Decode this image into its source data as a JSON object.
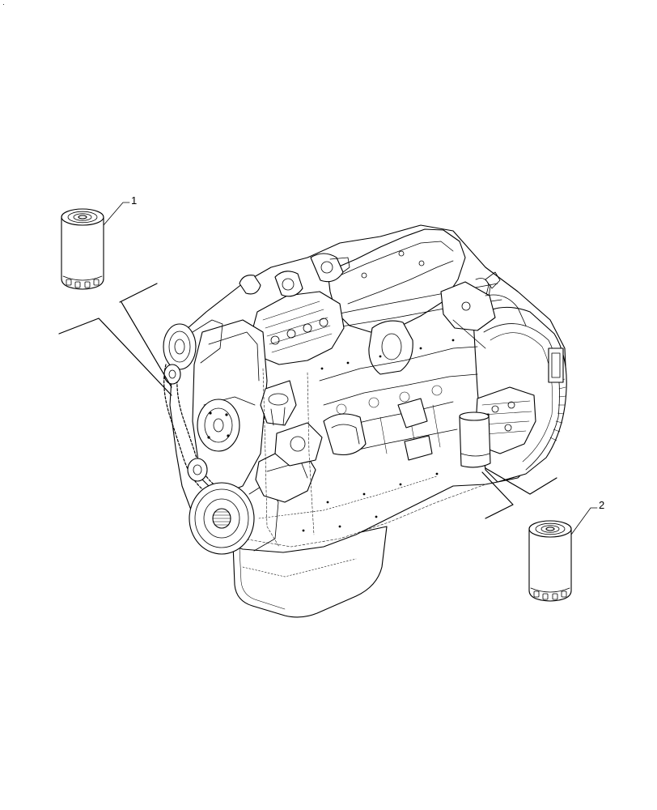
{
  "corner_mark": "·",
  "callouts": [
    {
      "id": "1",
      "label": "1"
    },
    {
      "id": "2",
      "label": "2"
    }
  ],
  "parts": [
    {
      "callout": "1",
      "icon": "oil-filter-cartridge-icon"
    },
    {
      "callout": "2",
      "icon": "fuel-filter-cartridge-icon"
    }
  ],
  "assembly_icon": "diesel-engine-assembly-icon",
  "colors": {
    "line": "#000000",
    "background": "#ffffff"
  }
}
